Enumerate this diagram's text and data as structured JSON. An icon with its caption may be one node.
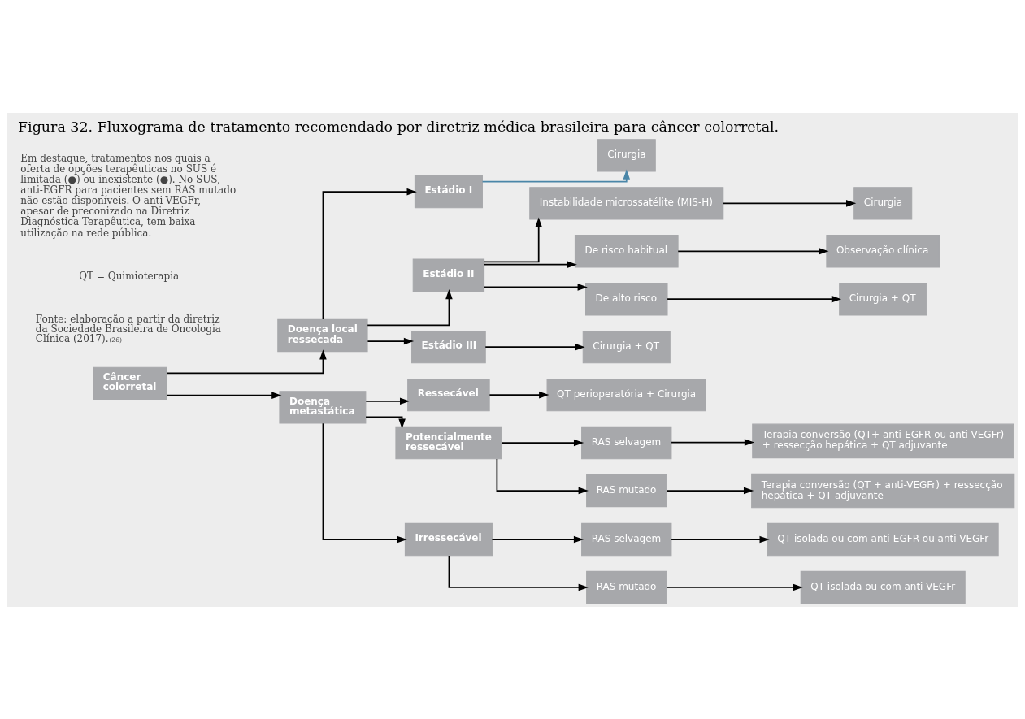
{
  "diagram": {
    "title": "Figura 32. Fluxograma de tratamento recomendado por diretriz médica brasileira para câncer colorretal.",
    "nodes": [
      {
        "text": [
          "Câncer colorretal"
        ]
      },
      {
        "text": [
          "Doença local ressecada"
        ]
      },
      {
        "text": [
          "Doença metastática"
        ]
      },
      {
        "text": [
          "Estádio I"
        ]
      },
      {
        "text": [
          "Cirurgia"
        ]
      },
      {
        "text": [
          "Estádio II"
        ]
      },
      {
        "text": [
          "Instabilidade microssatélite (MIS-H)"
        ]
      },
      {
        "text": [
          "Cirurgia"
        ]
      },
      {
        "text": [
          "De risco habitual"
        ]
      },
      {
        "text": [
          "Observação clínica"
        ]
      },
      {
        "text": [
          "De alto risco"
        ]
      },
      {
        "text": [
          "Cirurgia + QT"
        ]
      },
      {
        "text": [
          "Estádio III"
        ]
      },
      {
        "text": [
          "Cirurgia + QT"
        ]
      },
      {
        "text": [
          "Ressecável"
        ]
      },
      {
        "text": [
          "QT perioperatória + Cirurgia"
        ]
      },
      {
        "text": [
          "Potencialmente ressecável"
        ]
      },
      {
        "text": [
          "RAS selvagem"
        ]
      },
      {
        "text": [
          "Terapia conversão (QT+ anti-EGFR ou anti-VEGFr) + ressecção hepática + QT adjuvante"
        ]
      },
      {
        "text": [
          "RAS mutado"
        ]
      },
      {
        "text": [
          "Terapia conversão (QT + anti-VEGFr) + ressecção hepática + QT adjuvante"
        ]
      },
      {
        "text": [
          "Irressecável"
        ]
      },
      {
        "text": [
          "RAS selvagem"
        ]
      },
      {
        "text": [
          "QT isolada ou com anti-EGFR ou anti-VEGFr"
        ]
      },
      {
        "text": [
          "RAS mutado"
        ]
      },
      {
        "text": [
          "QT isolada ou com anti-VEGFr"
        ]
      }
    ],
    "edges": [
      {
        "from": 0,
        "to": 1,
        "arrow": "to"
      },
      {
        "from": 0,
        "to": 2,
        "arrow": "to"
      },
      {
        "from": 1,
        "to": 3,
        "arrow": "to"
      },
      {
        "from": 1,
        "to": 5,
        "arrow": "to"
      },
      {
        "from": 1,
        "to": 12,
        "arrow": "to"
      },
      {
        "from": 3,
        "to": 4,
        "arrow": "to",
        "color": "#4a86a8"
      },
      {
        "from": 5,
        "to": 6,
        "arrow": "to"
      },
      {
        "from": 5,
        "to": 8,
        "arrow": "to"
      },
      {
        "from": 5,
        "to": 10,
        "arrow": "to"
      },
      {
        "from": 6,
        "to": 7,
        "arrow": "to"
      },
      {
        "from": 8,
        "to": 9,
        "arrow": "to"
      },
      {
        "from": 10,
        "to": 11,
        "arrow": "to"
      },
      {
        "from": 12,
        "to": 13,
        "arrow": "to"
      },
      {
        "from": 2,
        "to": 14,
        "arrow": "to"
      },
      {
        "from": 2,
        "to": 16,
        "arrow": "to"
      },
      {
        "from": 2,
        "to": 21,
        "arrow": "to"
      },
      {
        "from": 14,
        "to": 15,
        "arrow": "to"
      },
      {
        "from": 16,
        "to": 17,
        "arrow": "to"
      },
      {
        "from": 16,
        "to": 19,
        "arrow": "to"
      },
      {
        "from": 17,
        "to": 18,
        "arrow": "to"
      },
      {
        "from": 19,
        "to": 20,
        "arrow": "to"
      },
      {
        "from": 21,
        "to": 22,
        "arrow": "to"
      },
      {
        "from": 21,
        "to": 24,
        "arrow": "to"
      },
      {
        "from": 22,
        "to": 23,
        "arrow": "to"
      },
      {
        "from": 24,
        "to": 25,
        "arrow": "to"
      }
    ],
    "labels": [
      "Em destaque, tratamentos nos quais a oferta de opções terapêuticas no SUS é limitada (●) ou inexistente (●). No SUS, anti-EGFR para pacientes sem RAS mutado não estão disponíveis. O anti-VEGFr, apesar de preconizado na Diretriz Diagnóstica Terapêutica, tem baixa utilização na rede pública.",
      "QT = Quimioterapia",
      "Fonte: elaboração a partir da diretriz da Sociedade Brasileira de Oncologia Clínica (2017).$^{(26)}$"
    ]
  }
}
